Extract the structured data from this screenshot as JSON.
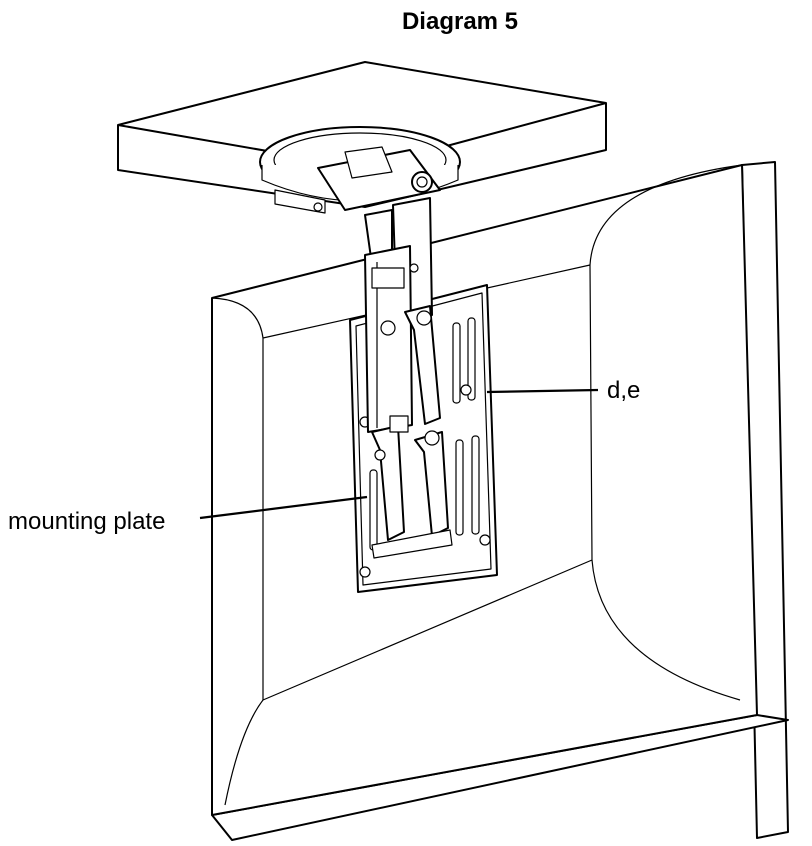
{
  "title": "Diagram 5",
  "callouts": {
    "de": "d,e",
    "mounting_plate": "mounting plate"
  }
}
